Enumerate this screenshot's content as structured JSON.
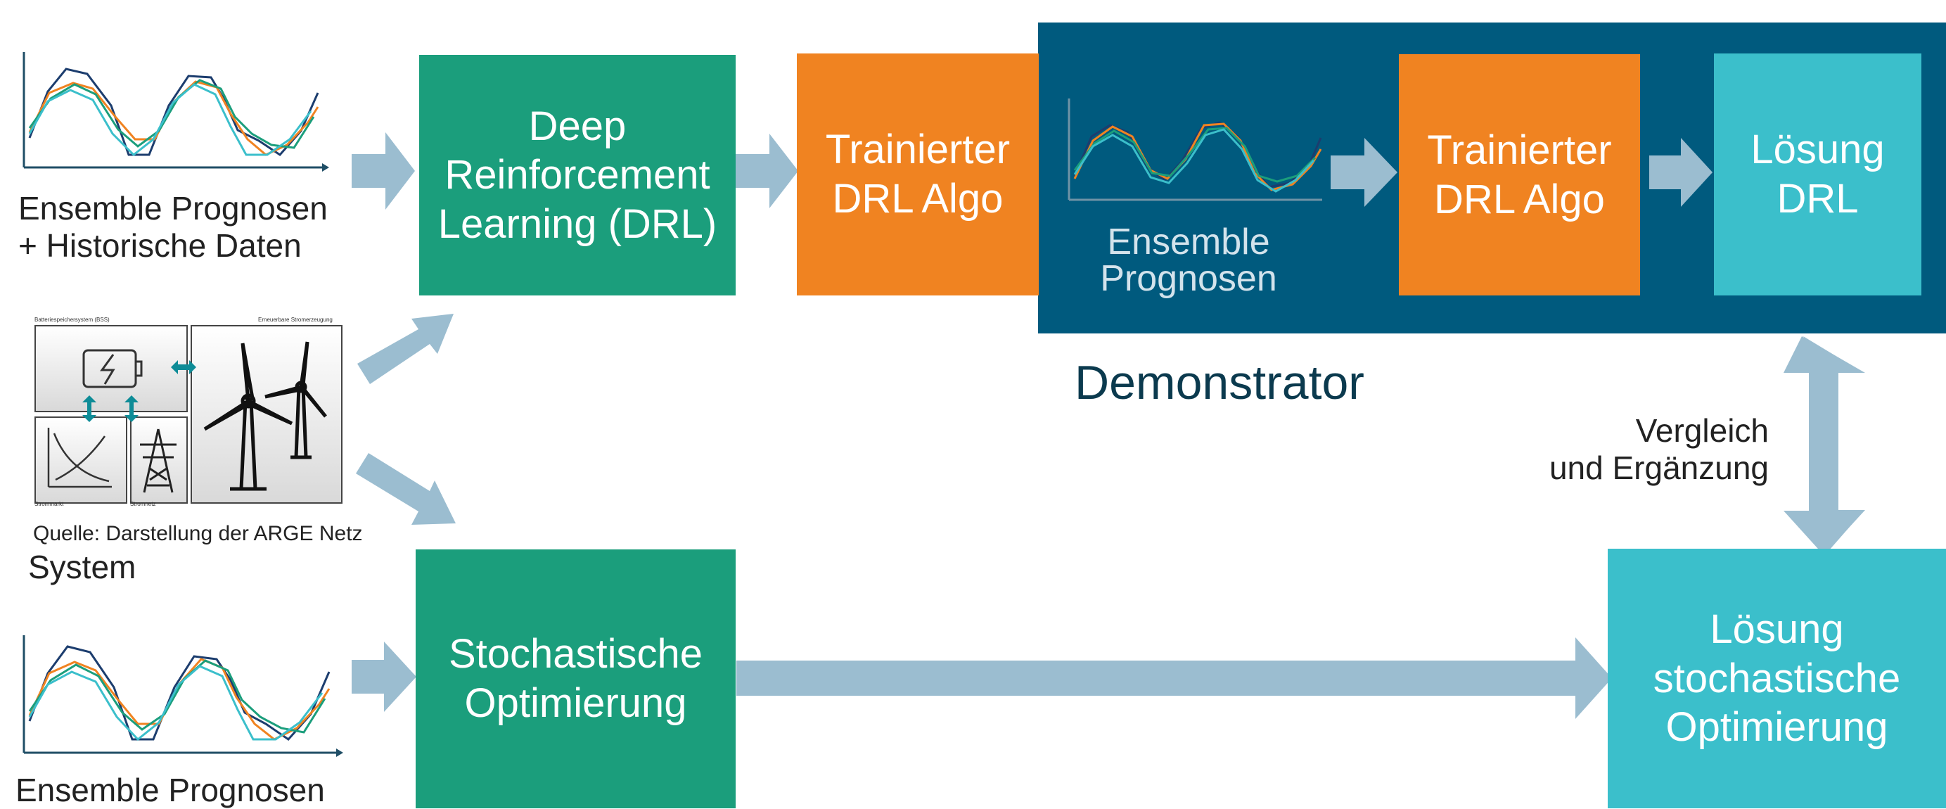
{
  "colors": {
    "green": "#1b9e7c",
    "orange": "#f08321",
    "teal": "#3bbfcb",
    "navy": "#005a7e",
    "arrow": "#9bbdd0",
    "demo_title": "#0b3a4e"
  },
  "inputs": {
    "top_caption": "Ensemble Prognosen\n+ Historische Daten",
    "system_source": "Quelle: Darstellung der ARGE Netz",
    "system_caption": "System",
    "system_panel_bss": "Batteriespeichersystem (BSS)",
    "system_panel_renewables": "Erneuerbare Stromerzeugung",
    "system_panel_market": "Strommarkt",
    "system_panel_grid": "Stromnetz",
    "bottom_caption": "Ensemble Prognosen"
  },
  "boxes": {
    "drl": "Deep\nReinforcement\nLearning (DRL)",
    "trained_drl": "Trainierter\nDRL Algo",
    "demo_trained_drl": "Trainierter\nDRL Algo",
    "solution_drl": "Lösung\nDRL",
    "stochastic": "Stochastische\nOptimierung",
    "solution_stochastic": "Lösung\nstochastische\nOptimierung"
  },
  "demonstrator": {
    "title": "Demonstrator",
    "forecast_caption": "Ensemble\nPrognosen"
  },
  "comparison_label": "Vergleich\nund Ergänzung",
  "icons": [
    "forecast-chart-icon",
    "battery-icon",
    "wind-turbine-icon",
    "power-pylon-icon",
    "market-curve-icon"
  ]
}
